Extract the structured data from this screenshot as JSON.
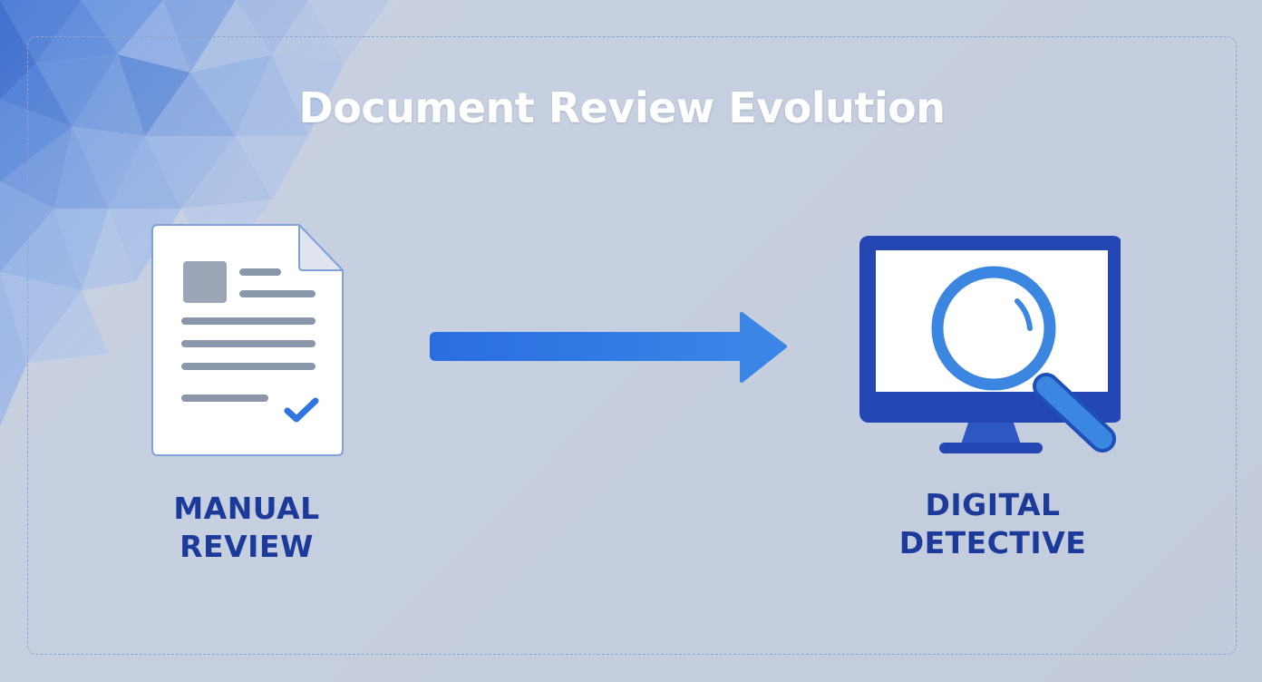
{
  "title": "Document Review Evolution",
  "left_stage": {
    "icon": "document-check-icon",
    "caption_line1": "MANUAL",
    "caption_line2": "REVIEW"
  },
  "right_stage": {
    "icon": "monitor-magnifier-icon",
    "caption_line1": "DIGITAL",
    "caption_line2": "DETECTIVE"
  },
  "connector": {
    "icon": "arrow-right-icon"
  },
  "colors": {
    "accent_blue": "#2f74e0",
    "caption_navy": "#1c3a9a",
    "monitor_frame": "#2446b3",
    "magnifier": "#3b86e0",
    "document_lines": "#8a97ab",
    "background": "#c6cfdf"
  }
}
